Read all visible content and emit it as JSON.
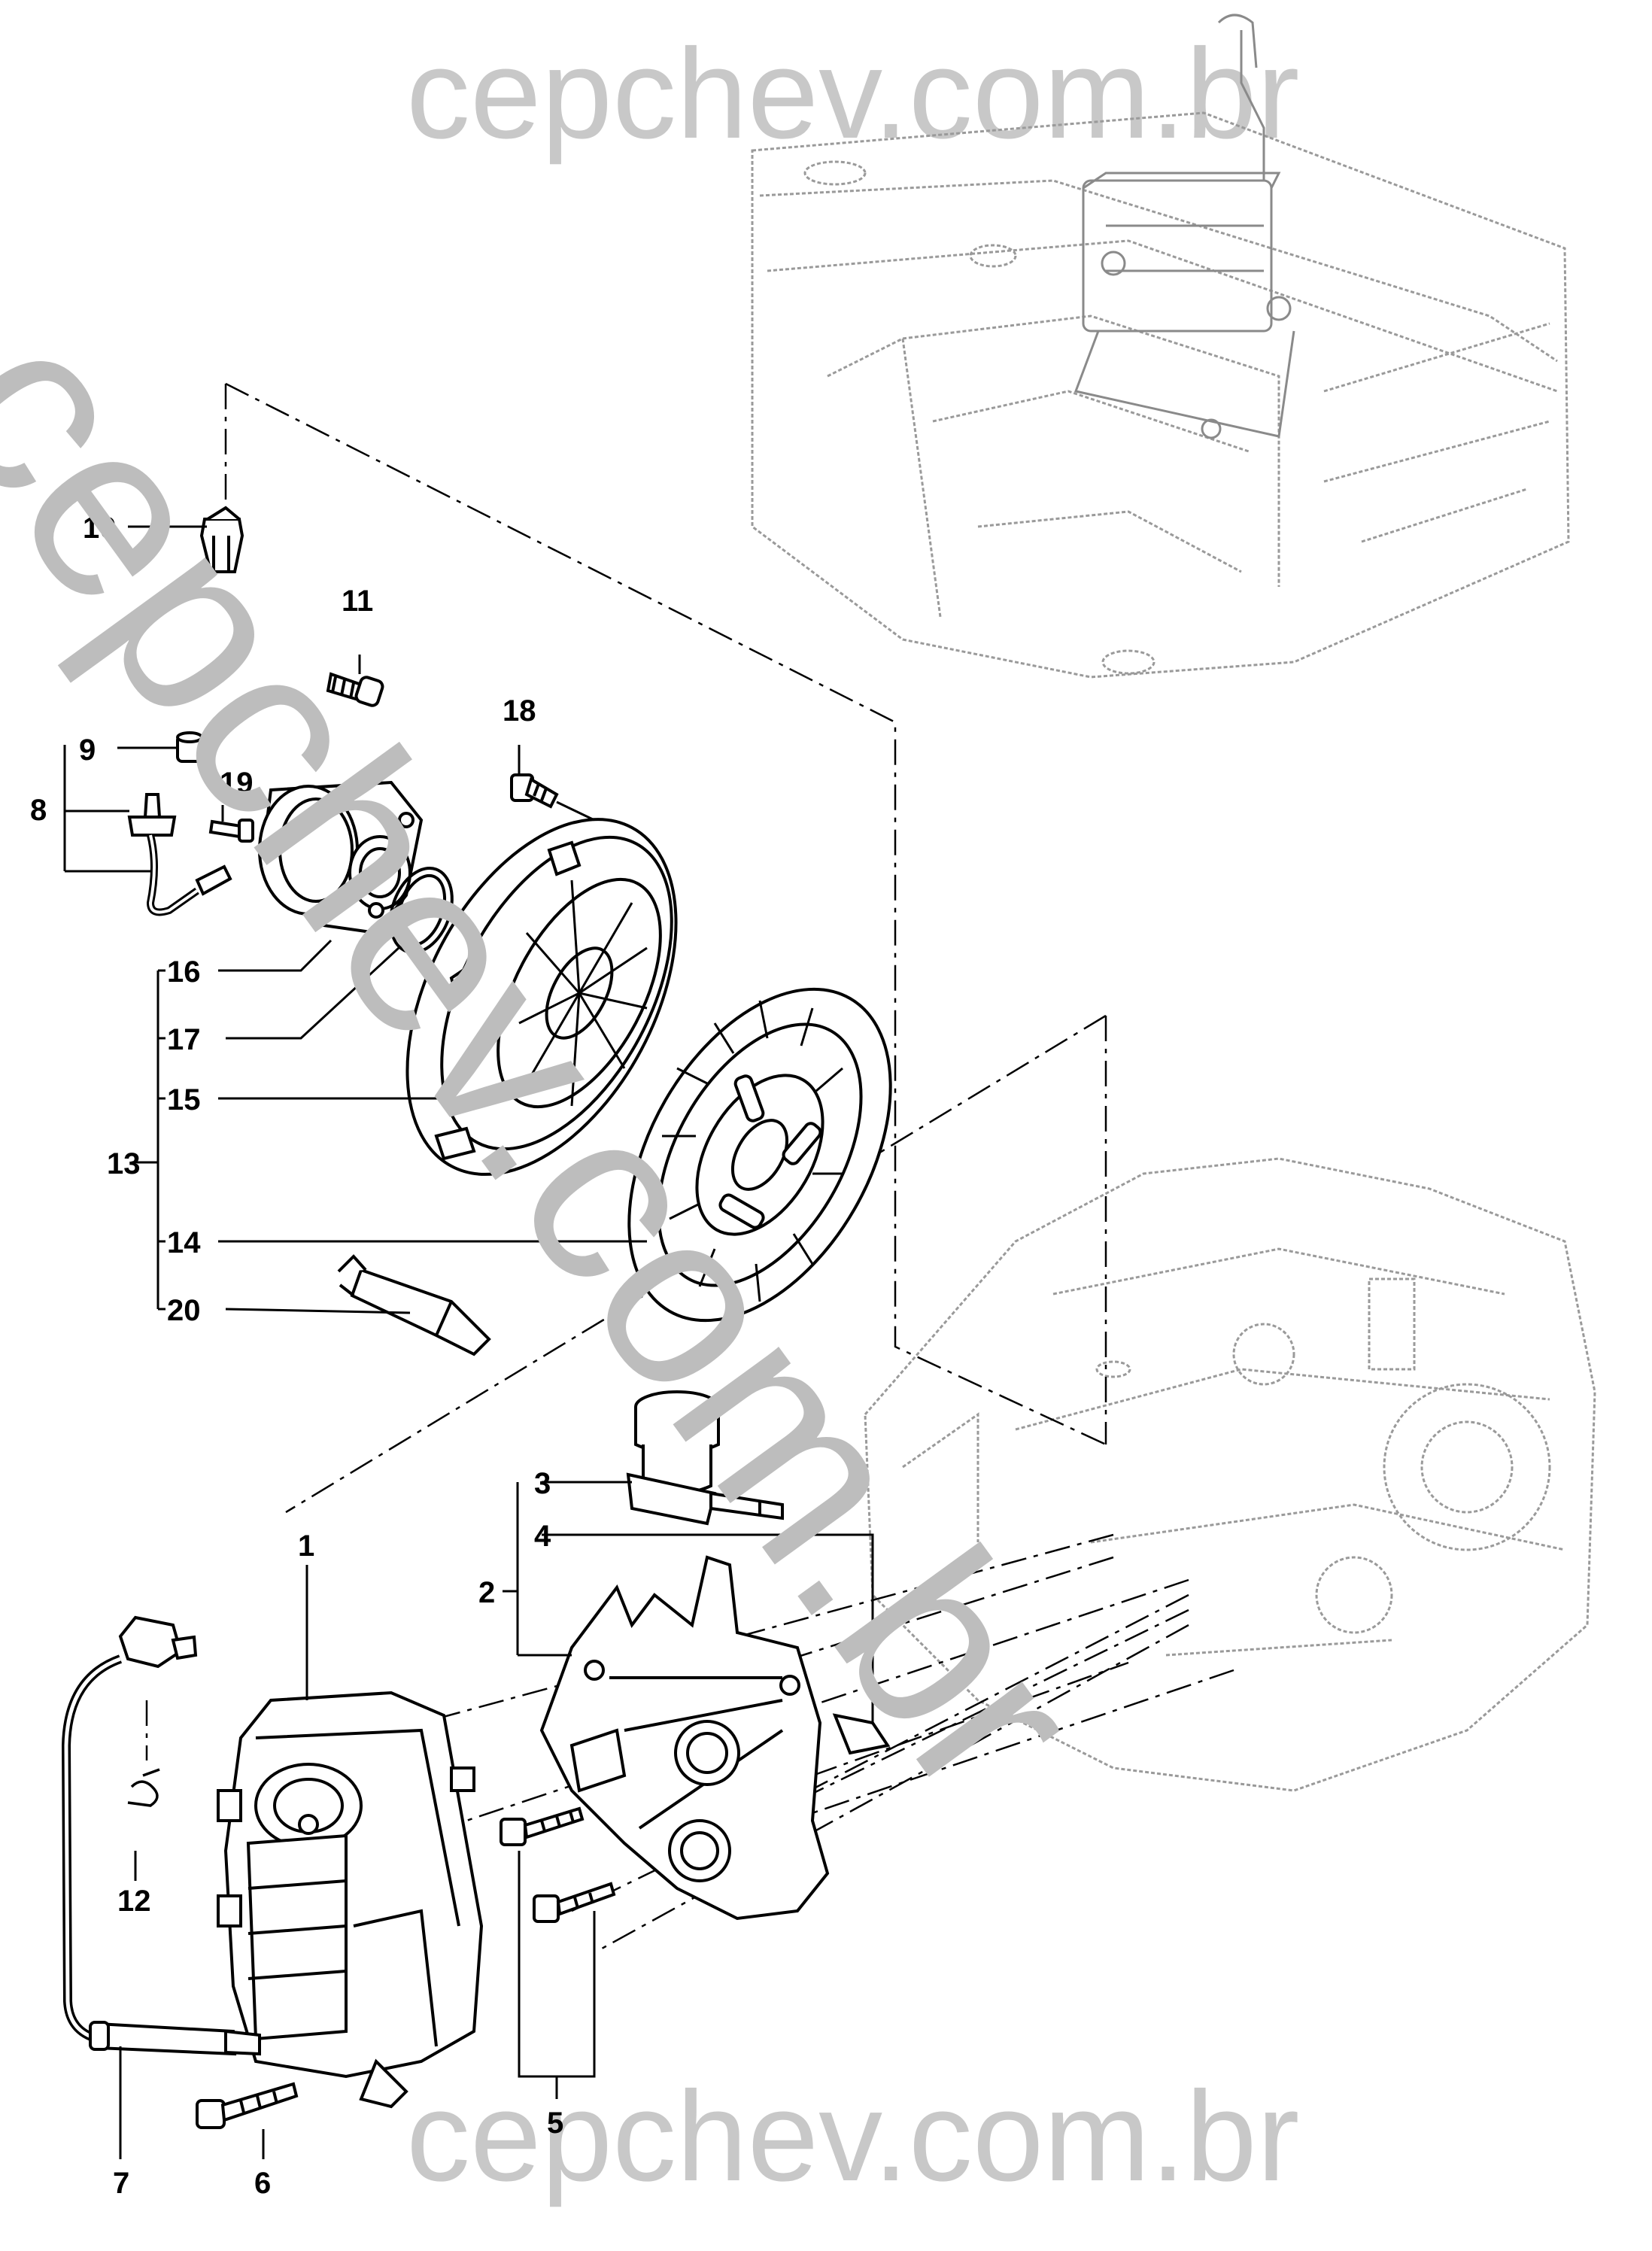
{
  "watermark": {
    "top": "cepchev.com.br",
    "bottom": "cepchev.com.br",
    "diagonal": "cepchev.com.br"
  },
  "callouts": {
    "c1": "1",
    "c2": "2",
    "c3": "3",
    "c4": "4",
    "c5": "5",
    "c6": "6",
    "c7": "7",
    "c8": "8",
    "c9": "9",
    "c10": "10",
    "c11": "11",
    "c12": "12",
    "c13": "13",
    "c14": "14",
    "c15": "15",
    "c16": "16",
    "c17": "17",
    "c18": "18",
    "c19": "19",
    "c20": "20"
  },
  "colors": {
    "line": "#000000",
    "ghost": "#9a9a9a",
    "watermark": "#c8c8c8"
  }
}
